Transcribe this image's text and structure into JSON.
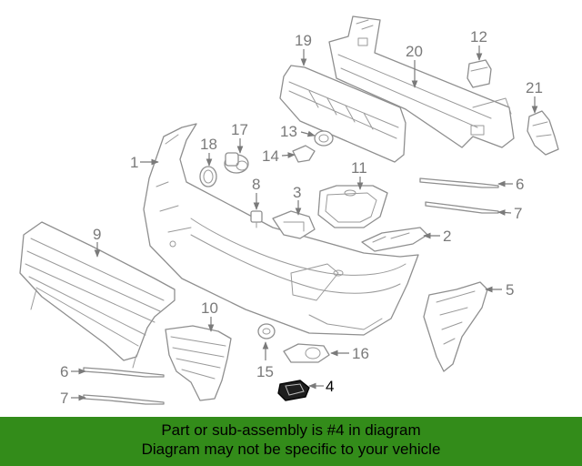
{
  "callouts": {
    "c1": "1",
    "c2": "2",
    "c3": "3",
    "c4": "4",
    "c5": "5",
    "c6a": "6",
    "c6b": "6",
    "c7a": "7",
    "c7b": "7",
    "c8": "8",
    "c9": "9",
    "c10": "10",
    "c11": "11",
    "c12": "12",
    "c13": "13",
    "c14": "14",
    "c15": "15",
    "c16": "16",
    "c17": "17",
    "c18": "18",
    "c19": "19",
    "c20": "20",
    "c21": "21"
  },
  "highlighted_part": "4",
  "banner": {
    "line1": "Part or sub-assembly is #4 in diagram",
    "line2": "Diagram may not be specific to your vehicle",
    "background_color": "#338c1a"
  }
}
